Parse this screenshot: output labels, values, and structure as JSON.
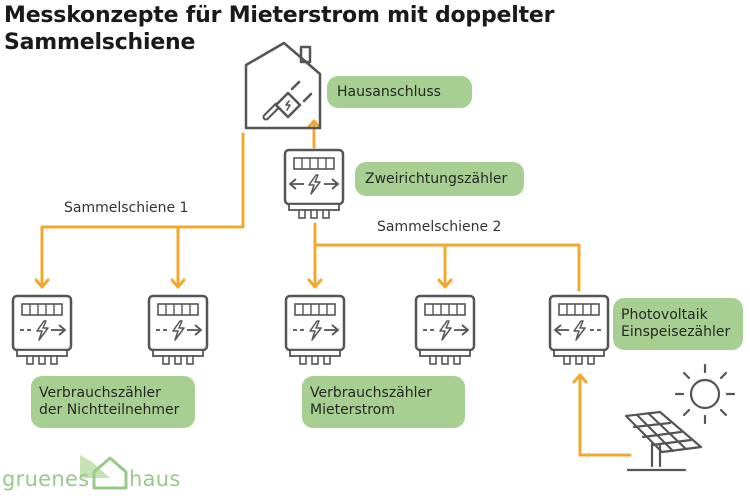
{
  "title_line1": "Messkonzepte für Mieterstrom mit doppelter",
  "title_line2": "Sammelschiene",
  "labels": {
    "hausanschluss": "Hausanschluss",
    "zweirichtungszaehler": "Zweirichtungszähler",
    "verbrauch_nicht_1": "Verbrauchszähler",
    "verbrauch_nicht_2": "der Nichtteilnehmer",
    "verbrauch_mieter_1": "Verbrauchszähler",
    "verbrauch_mieter_2": "Mieterstrom",
    "pv_1": "Photovoltaik",
    "pv_2": "Einspeisezähler"
  },
  "buses": {
    "bus1": "Sammelschiene 1",
    "bus2": "Sammelschiene 2"
  },
  "logo": {
    "left": "gruenes",
    "right": "haus"
  },
  "colors": {
    "line": "#f0a830",
    "pill": "#a7cf92",
    "icon": "#555555",
    "logo": "#98c98a"
  },
  "icons": [
    "house-plug-icon",
    "bidirectional-meter-icon",
    "consumption-meter-icon",
    "feed-in-meter-icon",
    "solar-panel-icon",
    "sun-icon"
  ]
}
